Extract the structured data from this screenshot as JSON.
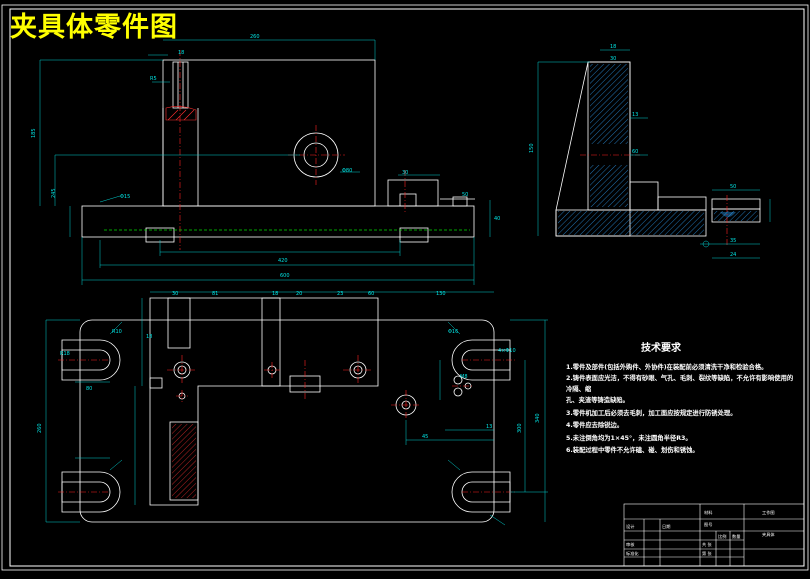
{
  "title": "夹具体零件图",
  "requirements": {
    "heading": "技术要求",
    "items": [
      "1.零件及部件(包括外购件、外协件)在装配前必须清洗干净和检验合格。",
      "2.铸件表面应光洁，不得有砂眼、气孔、毛刺、裂纹等缺陷，不允许有影响使用的",
      "冷隔、缩",
      "孔、夹渣等铸造缺陷。",
      "3.零件机加工后必须去毛刺，加工面应按规定进行防锈处理。",
      "4.零件应去除锐边。",
      "5.未注倒角均为1×45°，未注圆角半径R3。",
      "6.装配过程中零件不允许磕、碰、划伤和锈蚀。"
    ]
  },
  "dimensions": {
    "front": [
      "260",
      "18",
      "R5",
      "185",
      "245",
      "Φ80",
      "30",
      "50",
      "Φ15",
      "40",
      "600",
      "420"
    ],
    "side": [
      "150",
      "18",
      "30",
      "13",
      "60",
      "50",
      "35",
      "24"
    ],
    "top": [
      "30",
      "81",
      "18",
      "20",
      "23",
      "60",
      "130",
      "18",
      "R10",
      "R18",
      "4×Φ10",
      "Φ16",
      "M8",
      "80",
      "260",
      "45",
      "13",
      "340",
      "300"
    ]
  },
  "title_block": {
    "cells": [
      "工作图",
      "夹具体",
      "比例",
      "数量",
      "材料",
      "图号",
      "设计",
      "审核",
      "标准化",
      "日期",
      "共 张",
      "第 张"
    ]
  }
}
